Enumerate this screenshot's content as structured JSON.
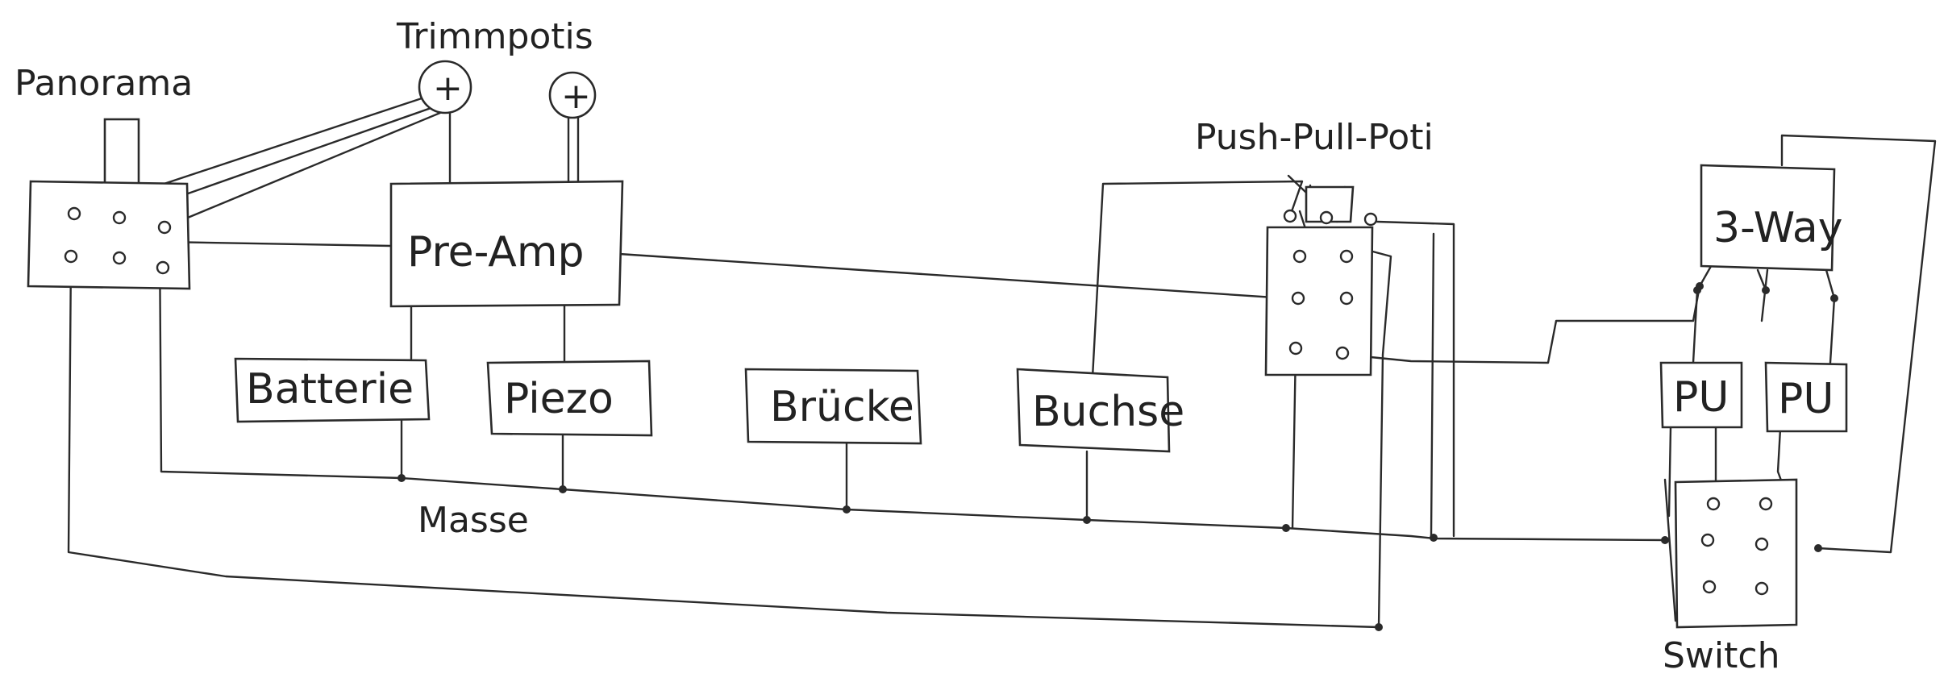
{
  "labels": {
    "panorama": "Panorama",
    "trimmpotis": "Trimmpotis",
    "preamp": "Pre-Amp",
    "batterie": "Batterie",
    "piezo": "Piezo",
    "bruecke": "Brücke",
    "buchse": "Buchse",
    "masse": "Masse",
    "push_pull": "Push-Pull-Poti",
    "three_way": "3-Way",
    "pu1": "PU",
    "pu2": "PU",
    "switch": "Switch"
  },
  "symbols": {
    "trimmpoti_1": "+",
    "trimmpoti_2": "+"
  },
  "colors": {
    "ink": "#2a2a2a",
    "paper": "#ffffff"
  }
}
